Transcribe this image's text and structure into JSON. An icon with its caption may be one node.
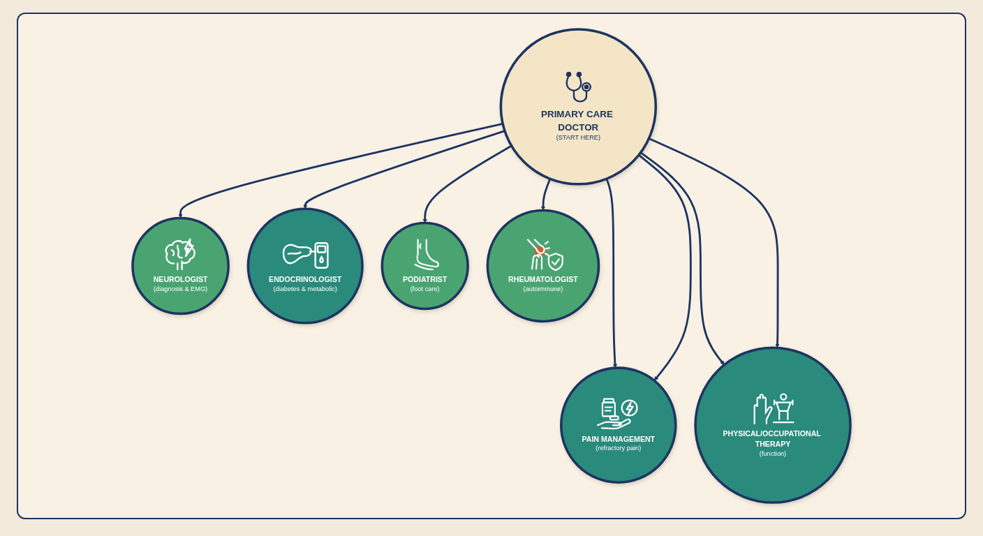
{
  "diagram": {
    "nodes": [
      {
        "text": [
          "NEUROLOGIST",
          "(diagnosis & EMG)"
        ]
      },
      {
        "text": [
          "ENDOCRINOLOGIST",
          "(diabetes & metabolic)"
        ]
      },
      {
        "text": [
          "PODIATRIST",
          "(foot care)"
        ]
      },
      {
        "text": [
          "PRIMARY CARE DOCTOR",
          "(START HERE)"
        ]
      },
      {
        "text": [
          "PAIN MANAGEMENT",
          "(refractory pain)"
        ]
      },
      {
        "text": [
          "RHEUMATOLOGIST",
          "(autoimmune)"
        ]
      },
      {
        "text": [
          "PHYSICAL/OCCUPATIONAL THERAPY",
          "(function)"
        ]
      }
    ],
    "edges": [
      {
        "from": 3,
        "to": 0,
        "arrow": "to"
      },
      {
        "from": 3,
        "to": 1,
        "arrow": "to"
      },
      {
        "from": 3,
        "to": 2,
        "arrow": "to"
      },
      {
        "from": 3,
        "to": 4,
        "arrow": "to"
      },
      {
        "from": 3,
        "to": 6,
        "arrow": "to"
      },
      {
        "from": 3,
        "to": 4,
        "arrow": "to"
      },
      {
        "from": 3,
        "to": 5,
        "arrow": "to"
      },
      {
        "from": 3,
        "to": 6,
        "arrow": "to"
      }
    ]
  }
}
